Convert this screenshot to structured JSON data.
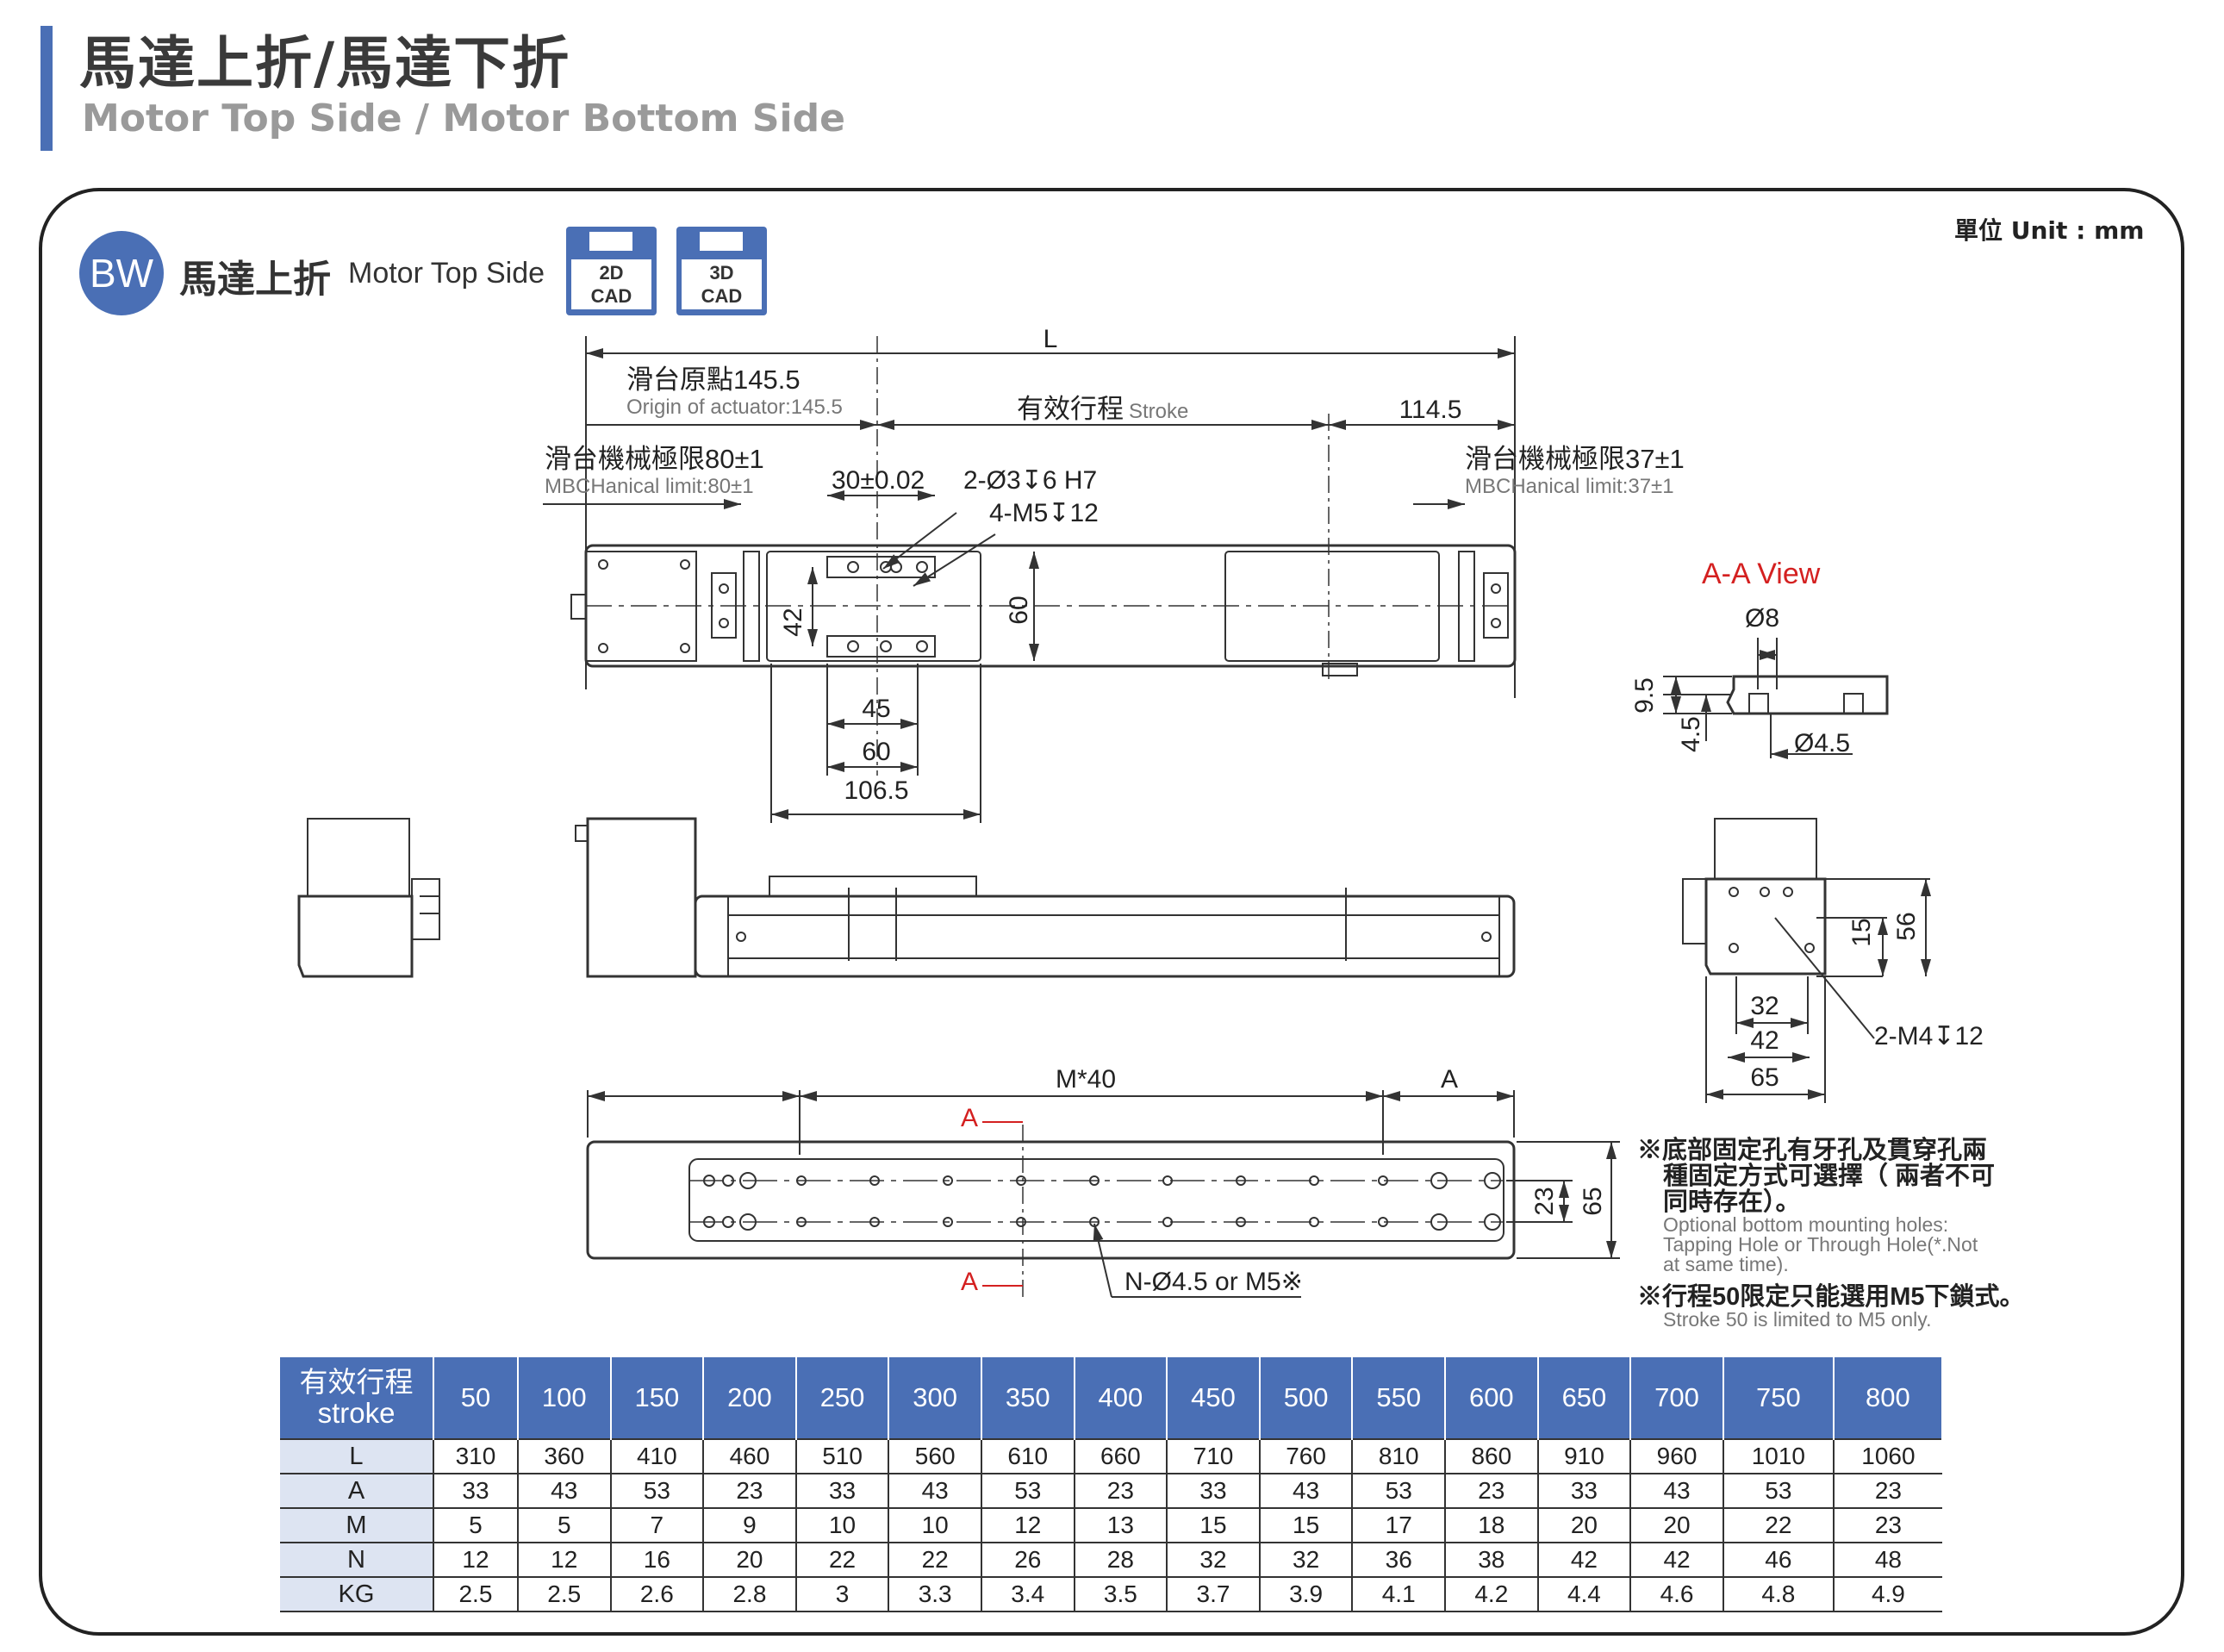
{
  "header": {
    "title_zh": "馬達上折/馬達下折",
    "title_en": "Motor Top Side / Motor Bottom Side"
  },
  "unit_label": "單位 Unit : mm",
  "section": {
    "badge": "BW",
    "title_zh": "馬達上折",
    "title_en": "Motor Top Side",
    "cad_buttons": [
      {
        "line1": "2D",
        "line2": "CAD"
      },
      {
        "line1": "3D",
        "line2": "CAD"
      }
    ]
  },
  "dimensions": {
    "L": "L",
    "origin_zh": "滑台原點145.5",
    "origin_en": "Origin of actuator:145.5",
    "stroke_zh": "有效行程",
    "stroke_en": "Stroke",
    "dim_114_5": "114.5",
    "limit_left_zh": "滑台機械極限80±1",
    "limit_left_en": "MBCHanical limit:80±1",
    "limit_right_zh": "滑台機械極限37±1",
    "limit_right_en": "MBCHanical limit:37±1",
    "dim_30": "30±0.02",
    "hole_pin": "2-Ø3↧6 H7",
    "hole_m5": "4-M5↧12",
    "dim_42": "42",
    "dim_60_v": "60",
    "dim_45": "45",
    "dim_60": "60",
    "dim_106_5": "106.5",
    "aa_view": "A-A View",
    "dia_8": "Ø8",
    "dim_9_5": "9.5",
    "dim_4_5": "4.5",
    "dia_4_5": "Ø4.5",
    "dim_15": "15",
    "dim_56": "56",
    "dim_32": "32",
    "dim_42b": "42",
    "dim_65": "65",
    "hole_m4": "2-M4↧12",
    "m40": "M*40",
    "a_label": "A",
    "a_mark": "A",
    "dim_23": "23",
    "dim_65v": "65",
    "n_holes": "N-Ø4.5 or M5※"
  },
  "notes": {
    "note1_zh": [
      "※底部固定孔有牙孔及貫穿孔兩",
      "種固定方式可選擇（ 兩者不可",
      "同時存在）。"
    ],
    "note1_en": [
      "Optional  bottom mounting holes:",
      "Tapping Hole or Through Hole(*.Not",
      "at same time)."
    ],
    "note2_zh": "※行程50限定只能選用M5下鎖式。",
    "note2_en": "Stroke 50 is limited to M5 only."
  },
  "spec_table": {
    "header_zh": "有效行程",
    "header_en": "stroke",
    "strokes": [
      "50",
      "100",
      "150",
      "200",
      "250",
      "300",
      "350",
      "400",
      "450",
      "500",
      "550",
      "600",
      "650",
      "700",
      "750",
      "800"
    ],
    "rows": [
      {
        "label": "L",
        "values": [
          "310",
          "360",
          "410",
          "460",
          "510",
          "560",
          "610",
          "660",
          "710",
          "760",
          "810",
          "860",
          "910",
          "960",
          "1010",
          "1060"
        ]
      },
      {
        "label": "A",
        "values": [
          "33",
          "43",
          "53",
          "23",
          "33",
          "43",
          "53",
          "23",
          "33",
          "43",
          "53",
          "23",
          "33",
          "43",
          "53",
          "23"
        ]
      },
      {
        "label": "M",
        "values": [
          "5",
          "5",
          "7",
          "9",
          "10",
          "10",
          "12",
          "13",
          "15",
          "15",
          "17",
          "18",
          "20",
          "20",
          "22",
          "23"
        ]
      },
      {
        "label": "N",
        "values": [
          "12",
          "12",
          "16",
          "20",
          "22",
          "22",
          "26",
          "28",
          "32",
          "32",
          "36",
          "38",
          "42",
          "42",
          "46",
          "48"
        ]
      },
      {
        "label": "KG",
        "values": [
          "2.5",
          "2.5",
          "2.6",
          "2.8",
          "3",
          "3.3",
          "3.4",
          "3.5",
          "3.7",
          "3.9",
          "4.1",
          "4.2",
          "4.4",
          "4.6",
          "4.8",
          "4.9"
        ]
      }
    ]
  },
  "colors": {
    "accent": "#4a6fb5",
    "section_marker": "#d42020"
  }
}
